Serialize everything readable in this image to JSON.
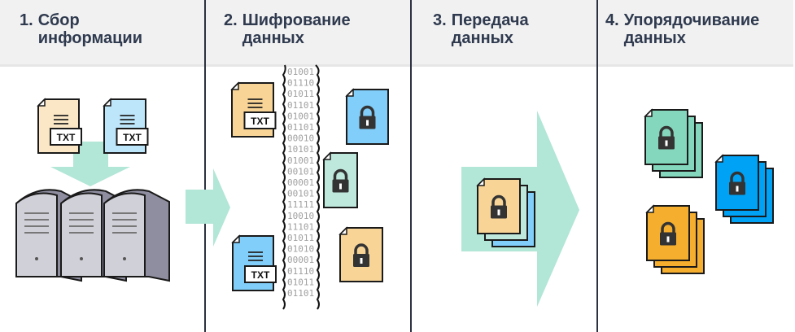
{
  "steps": [
    {
      "number": "1.",
      "line1": "Сбор",
      "line2": "информации"
    },
    {
      "number": "2.",
      "line1": "Шифрование",
      "line2": "данных"
    },
    {
      "number": "3.",
      "line1": "Передача",
      "line2": "данных"
    },
    {
      "number": "4.",
      "line1": "Упорядочивание",
      "line2": "данных"
    }
  ],
  "file_label": "TXT",
  "binary": [
    "01001",
    "01110",
    "01011",
    "01101",
    "01001",
    "01101",
    "00010",
    "10101",
    "01001",
    "00101",
    "00001",
    "00101",
    "11111",
    "10010",
    "11101",
    "01011",
    "01010",
    "00001",
    "01110",
    "01011",
    "01101"
  ],
  "colors": {
    "orange_light": "#fbe7c6",
    "orange": "#f8d597",
    "blue_light": "#bde6fb",
    "blue": "#81cefa",
    "green": "#bfe8dc",
    "arrow": "#b2e6d6",
    "green_stack": "#84d7bd",
    "blue_stack": "#00a2f5",
    "orange_stack": "#f5ae2d",
    "title": "#2f3a4f"
  }
}
